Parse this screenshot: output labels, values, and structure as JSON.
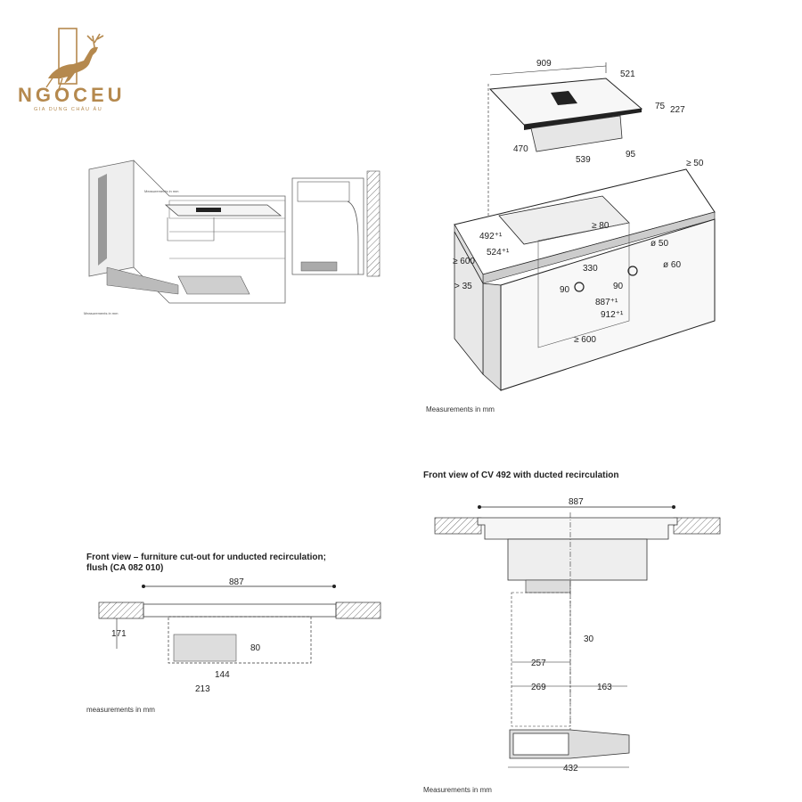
{
  "brand": {
    "name": "NGOCEU",
    "tagline": "GIA DỤNG CHÂU ÂU",
    "color": "#b5894e"
  },
  "iso_view": {
    "caption": "Measurements in mm",
    "dims": {
      "width": "909",
      "depth": "521",
      "d75": "75",
      "d227": "227",
      "d470": "470",
      "d539": "539",
      "d95": "95",
      "min50": "≥ 50",
      "min80": "≥ 80",
      "cut492": "492⁺¹",
      "cut524": "524⁺¹",
      "min600a": "≥ 600",
      "min35": "> 35",
      "d330": "330",
      "dia50": "ø 50",
      "dia60": "ø 60",
      "d90a": "90",
      "d90b": "90",
      "cut887": "887⁺¹",
      "cut912": "912⁺¹",
      "min600b": "≥ 600"
    }
  },
  "small_drawings": {
    "caption": "Measurements in mm"
  },
  "unducted_view": {
    "title": "Front view – furniture cut-out for unducted recirculation;\nflush (CA 082 010)",
    "caption": "measurements in mm",
    "dims": {
      "width": "887",
      "height": "171",
      "h80": "80",
      "w144": "144",
      "w213": "213"
    }
  },
  "ducted_view": {
    "title": "Front view of CV 492 with ducted recirculation",
    "caption": "Measurements in mm",
    "dims": {
      "width": "887",
      "h30": "30",
      "w257": "257",
      "w269": "269",
      "w163": "163",
      "w432": "432"
    }
  }
}
